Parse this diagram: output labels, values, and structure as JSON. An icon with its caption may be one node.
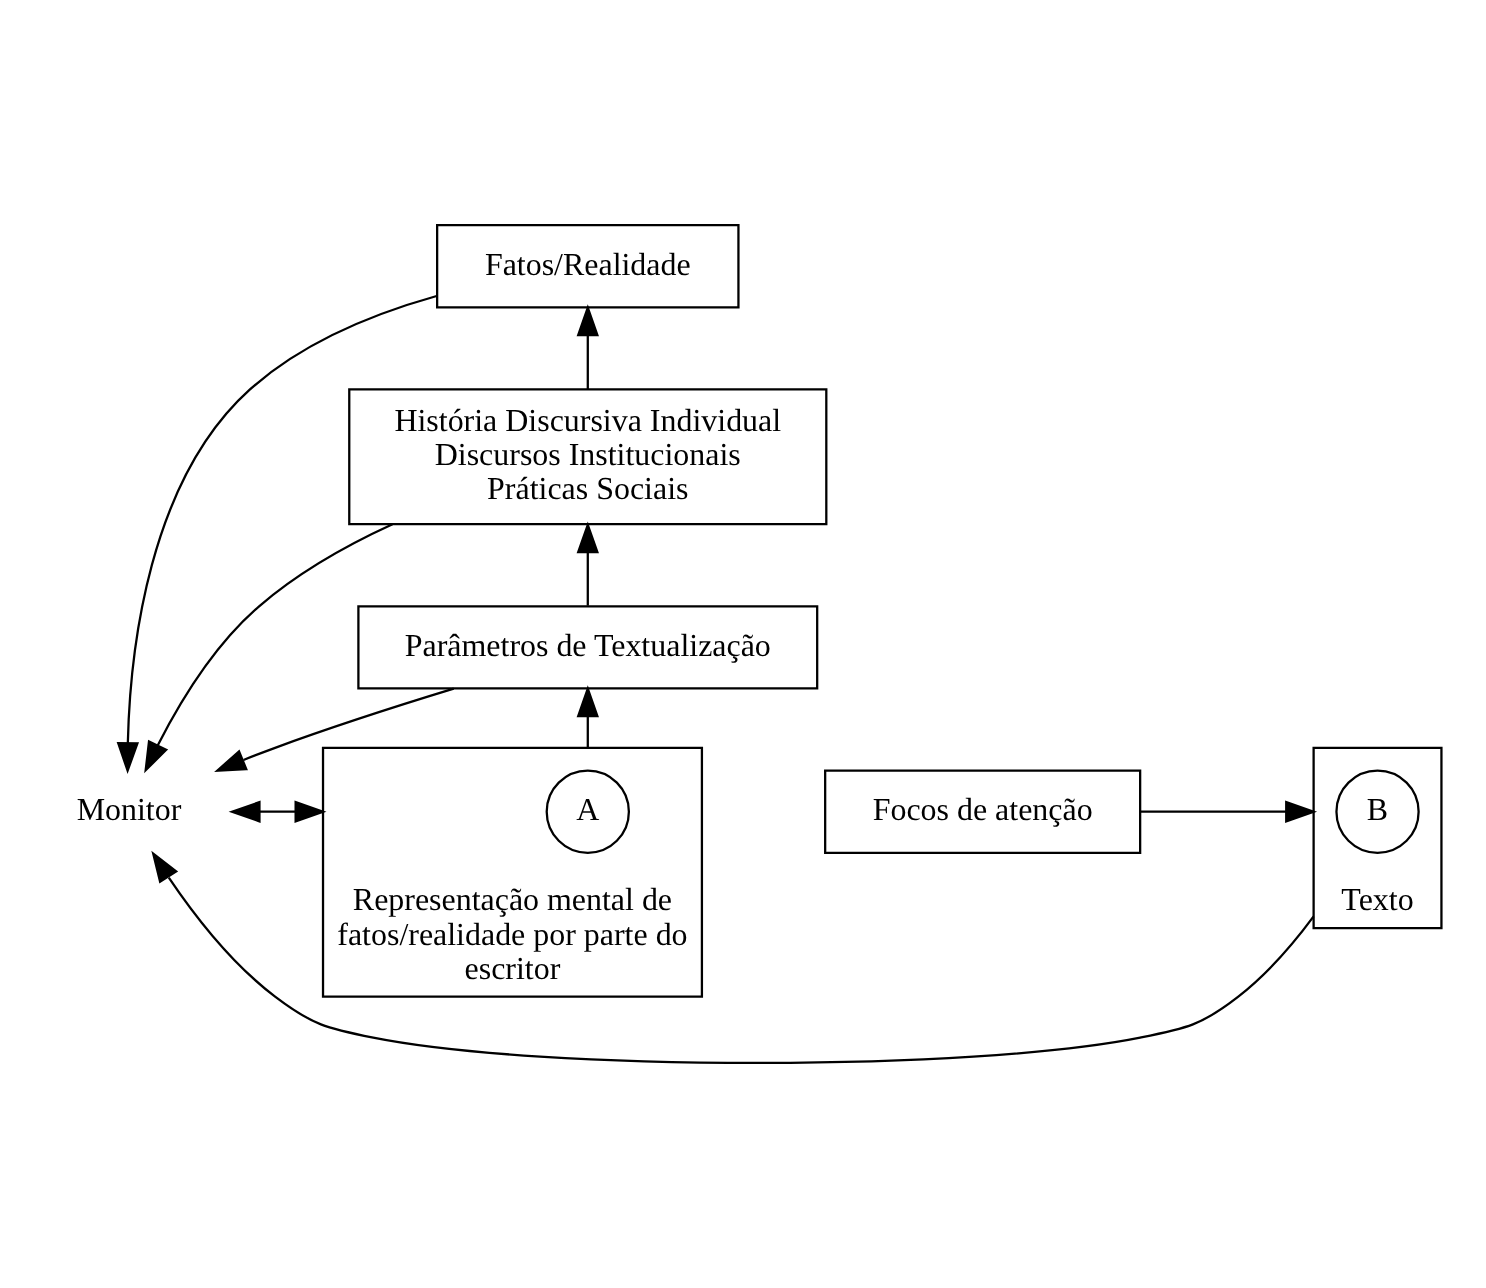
{
  "diagram": {
    "nodes": [
      {
        "text": [
          "Fatos/Realidade"
        ]
      },
      {
        "text": [
          "História Discursiva Individual Discursos Institucionais Práticas Sociais"
        ]
      },
      {
        "text": [
          "Parâmetros de Textualização"
        ]
      },
      {
        "text": [
          "Representação mental de fatos/realidade por parte do escritor"
        ]
      },
      {
        "text": [
          "A"
        ],
        "in": 3
      },
      {
        "text": [
          "Focos de atenção"
        ]
      },
      {
        "text": [
          "Texto"
        ]
      },
      {
        "text": [
          "B"
        ],
        "in": 6
      },
      {
        "text": [
          "Monitor"
        ]
      }
    ],
    "edges": [
      {
        "from": 3,
        "to": 2,
        "arrow": "to"
      },
      {
        "from": 2,
        "to": 1,
        "arrow": "to"
      },
      {
        "from": 1,
        "to": 0,
        "arrow": "to"
      },
      {
        "from": 5,
        "to": 6,
        "arrow": "to"
      },
      {
        "from": 0,
        "to": 8,
        "arrow": "to"
      },
      {
        "from": 1,
        "to": 8,
        "arrow": "to"
      },
      {
        "from": 2,
        "to": 8,
        "arrow": "to"
      },
      {
        "from": 8,
        "to": 3,
        "arrow": "both"
      },
      {
        "from": 6,
        "to": 8,
        "arrow": "to"
      }
    ]
  }
}
